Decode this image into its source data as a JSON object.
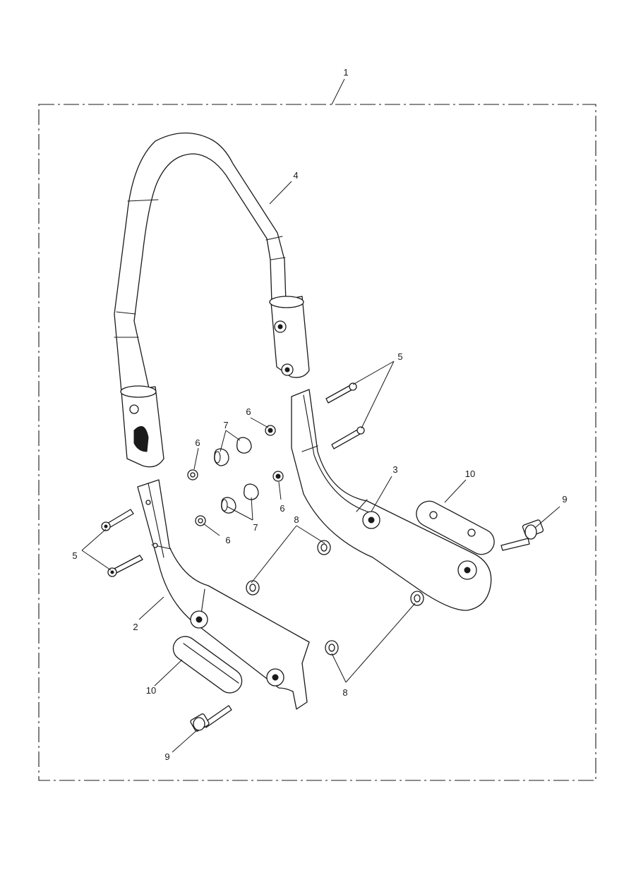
{
  "diagram": {
    "kit_label": "1",
    "callouts": {
      "side_plate_left": "2",
      "side_plate_right": "3",
      "backrest_hoop": "4",
      "bolts_long_right": "5",
      "bolts_long_left": "5",
      "nut_upper_right": "6",
      "nut_upper_left": "6",
      "nut_lower_right": "6",
      "nut_lower_left": "6",
      "caps_upper": "7",
      "caps_lower": "7",
      "spacers_upper": "8",
      "spacers_lower": "8",
      "bolt_flange_right": "9",
      "bolt_flange_left": "9",
      "pad_right": "10",
      "pad_left": "10"
    }
  }
}
